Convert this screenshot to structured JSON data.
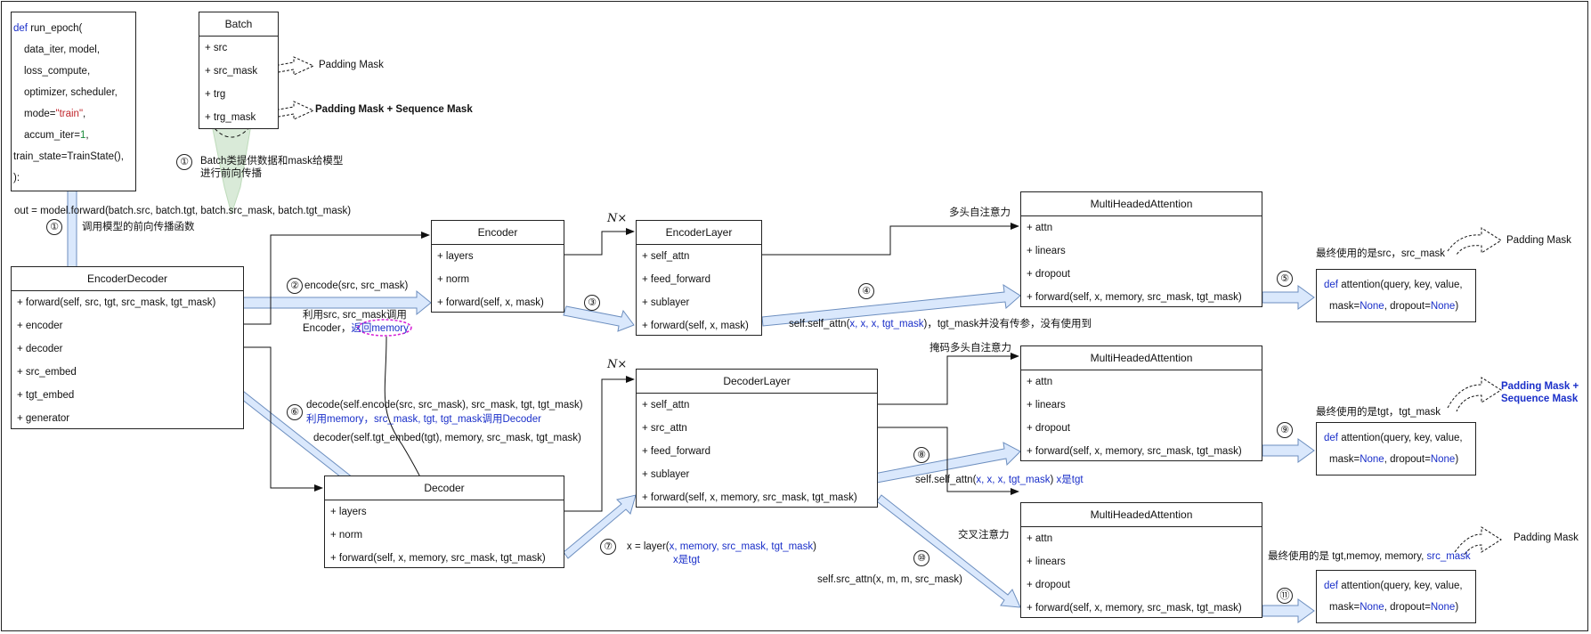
{
  "run_epoch": {
    "lines": [
      "def run_epoch(",
      "data_iter, model,",
      "loss_compute,",
      "optimizer, scheduler,",
      "mode=\"train\",",
      "accum_iter=1,",
      "train_state=TrainState(),",
      "):"
    ]
  },
  "batch": {
    "title": "Batch",
    "rows": [
      "+ src",
      "+ src_mask",
      "+ trg",
      "+ trg_mask"
    ],
    "src_mask_note": "Padding Mask",
    "trg_mask_note": "Padding Mask + Sequence Mask",
    "step_num": "①",
    "note_line1": "Batch类提供数据和mask给模型",
    "note_line2": "进行前向传播"
  },
  "forward_call": {
    "text": "out = model.forward(batch.src, batch.tgt, batch.src_mask, batch.tgt_mask)",
    "step_num": "①",
    "note": "调用模型的前向传播函数"
  },
  "encoder_decoder": {
    "title": "EncoderDecoder",
    "rows": [
      "+ forward(self, src, tgt, src_mask, tgt_mask)",
      "+ encoder",
      "+ decoder",
      "+ src_embed",
      "+ tgt_embed",
      "+ generator"
    ]
  },
  "encoder": {
    "title": "Encoder",
    "rows": [
      "+ layers",
      "+ norm",
      "+ forward(self, x, mask)"
    ]
  },
  "encoder_call": {
    "step_num": "②",
    "text": "encode(src, src_mask)",
    "note_line1": "利用src, src_mask调用",
    "note_line2_a": "Encoder，",
    "note_line2_b": "返回memory"
  },
  "nx_encoder": "N×",
  "encoder_layer": {
    "title": "EncoderLayer",
    "rows": [
      "+ self_attn",
      "+ feed_forward",
      "+ sublayer",
      "+ forward(self, x, mask)"
    ],
    "step_num": "③"
  },
  "mha_encoder": {
    "caption": "多头自注意力",
    "title": "MultiHeadedAttention",
    "rows": [
      "+ attn",
      "+ linears",
      "+ dropout",
      "+ forward(self, x, memory, src_mask, tgt_mask)"
    ],
    "step_num": "④",
    "call_a": "self.self_attn(",
    "call_b": "x, x, x, tgt_mask",
    "call_c": ")，tgt_mask并没有传参，没有使用到"
  },
  "attn_fn_1": {
    "step_num": "⑤",
    "note": "最终使用的是src，src_mask",
    "mask_note": "Padding Mask",
    "line1_kw": "def",
    "line1_rest": " attention(query, key, value,",
    "line2_a": "mask=",
    "line2_b": "None",
    "line2_c": ", dropout=",
    "line2_d": "None",
    "line2_e": ")"
  },
  "decoder_call": {
    "step_num": "⑥",
    "line1": "decode(self.encode(src, src_mask), src_mask, tgt, tgt_mask)",
    "line2": "利用memory，src_mask, tgt, tgt_mask调用Decoder",
    "line3": "decoder(self.tgt_embed(tgt), memory, src_mask, tgt_mask)"
  },
  "nx_decoder": "N×",
  "decoder": {
    "title": "Decoder",
    "rows": [
      "+ layers",
      "+ norm"
    ],
    "forward_a": "+ forward(self, x, ",
    "forward_b": "memory",
    "forward_c": ", src_mask, tgt_mask)"
  },
  "decoder_layer": {
    "title": "DecoderLayer",
    "rows": [
      "+ self_attn",
      "+ src_attn",
      "+ feed_forward",
      "+ sublayer",
      "+ forward(self, x, memory, src_mask, tgt_mask)"
    ],
    "step_num": "⑦",
    "call_a": "x = layer(",
    "call_b": "x, memory, src_mask, tgt_mask",
    "call_c": ")",
    "call_note": "x是tgt"
  },
  "mha_decoder_self": {
    "caption": "掩码多头自注意力",
    "title": "MultiHeadedAttention",
    "rows": [
      "+ attn",
      "+ linears",
      "+ dropout",
      "+ forward(self, x, memory, src_mask, tgt_mask)"
    ],
    "step_num": "⑧",
    "call_a": "self.self_attn(",
    "call_b": "x, x, x, tgt_mask",
    "call_c": ")  ",
    "call_d": "x是tgt"
  },
  "attn_fn_2": {
    "step_num": "⑨",
    "note": "最终使用的是tgt，tgt_mask",
    "mask_note_line1": "Padding Mask +",
    "mask_note_line2": "Sequence Mask",
    "line1_kw": "def",
    "line1_rest": " attention(query, key, value,",
    "line2_a": "mask=",
    "line2_b": "None",
    "line2_c": ", dropout=",
    "line2_d": "None",
    "line2_e": ")"
  },
  "mha_decoder_cross": {
    "caption": "交叉注意力",
    "title": "MultiHeadedAttention",
    "rows": [
      "+ attn",
      "+ linears",
      "+ dropout",
      "+ forward(self, x, memory, src_mask, tgt_mask)"
    ],
    "step_num": "⑩",
    "call": "self.src_attn(x, m, m, src_mask)"
  },
  "attn_fn_3": {
    "step_num": "⑪",
    "note_a": "最终使用的是 tgt,memoy, memory, ",
    "note_b": "src_mask",
    "mask_note": "Padding Mask",
    "line1_kw": "def",
    "line1_rest": " attention(query, key, value,",
    "line2_a": "mask=",
    "line2_b": "None",
    "line2_c": ", dropout=",
    "line2_d": "None",
    "line2_e": ")"
  },
  "colors": {
    "blue_arrow_fill": "#dae8fc",
    "blue_arrow_stroke": "#6c8ebf",
    "green_arrow_fill": "#d5e8d4",
    "magenta": "#d61fd6",
    "text_blue": "#1a2fc9",
    "text_red": "#c0262c"
  }
}
